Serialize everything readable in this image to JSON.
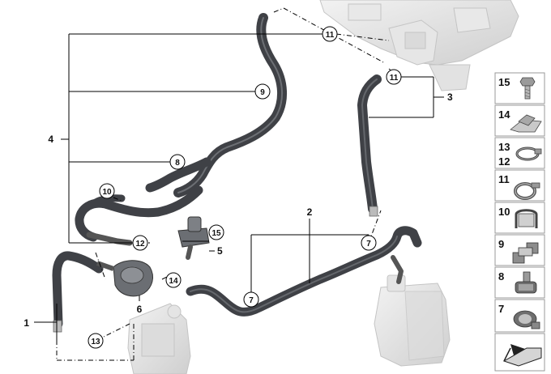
{
  "diagram": {
    "callouts": {
      "c11a": "11",
      "c11b": "11",
      "c9": "9",
      "c8": "8",
      "c10": "10",
      "c12": "12",
      "c15": "15",
      "c14": "14",
      "c13": "13",
      "c7a": "7",
      "c7b": "7"
    },
    "labels": {
      "l1": "1",
      "l2": "2",
      "l3": "3",
      "l4": "4",
      "l5": "5",
      "l6": "6"
    }
  },
  "parts_legend": {
    "items": [
      {
        "number": "15",
        "icon": "bolt-icon"
      },
      {
        "number": "14",
        "icon": "spring-clip-icon"
      },
      {
        "number": "13",
        "number2": "12",
        "icon": "hose-clamp-icon"
      },
      {
        "number": "11",
        "icon": "band-clamp-icon"
      },
      {
        "number": "10",
        "icon": "hose-holder-icon"
      },
      {
        "number": "9",
        "icon": "double-holder-icon"
      },
      {
        "number": "8",
        "icon": "fitting-icon"
      },
      {
        "number": "7",
        "icon": "hose-clip-icon"
      }
    ]
  },
  "colors": {
    "hose": "#3f4146",
    "hose_highlight": "#8a8d92",
    "ghost_part": "#d6d6d6",
    "line": "#000000"
  }
}
